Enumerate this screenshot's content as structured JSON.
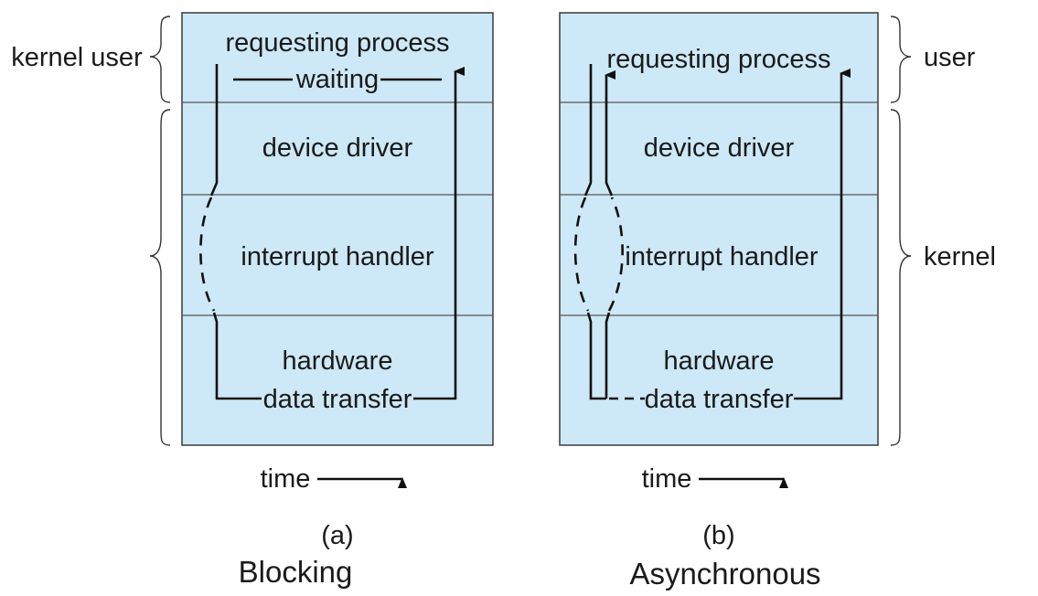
{
  "panel_a": {
    "requesting_process": "requesting process",
    "waiting": "waiting",
    "device_driver": "device driver",
    "interrupt_handler": "interrupt handler",
    "hardware": "hardware",
    "data_transfer": "data transfer",
    "time": "time",
    "caption": "(a)",
    "subtitle": "Blocking",
    "side_label": "kernel user"
  },
  "panel_b": {
    "requesting_process": "requesting process",
    "device_driver": "device driver",
    "interrupt_handler": "interrupt handler",
    "hardware": "hardware",
    "data_transfer": "data transfer",
    "time": "time",
    "caption": "(b)",
    "subtitle": "Asynchronous",
    "side_label_user": "user",
    "side_label_kernel": "kernel"
  },
  "colors": {
    "box_fill": "#cde8f6",
    "line": "#111111"
  }
}
